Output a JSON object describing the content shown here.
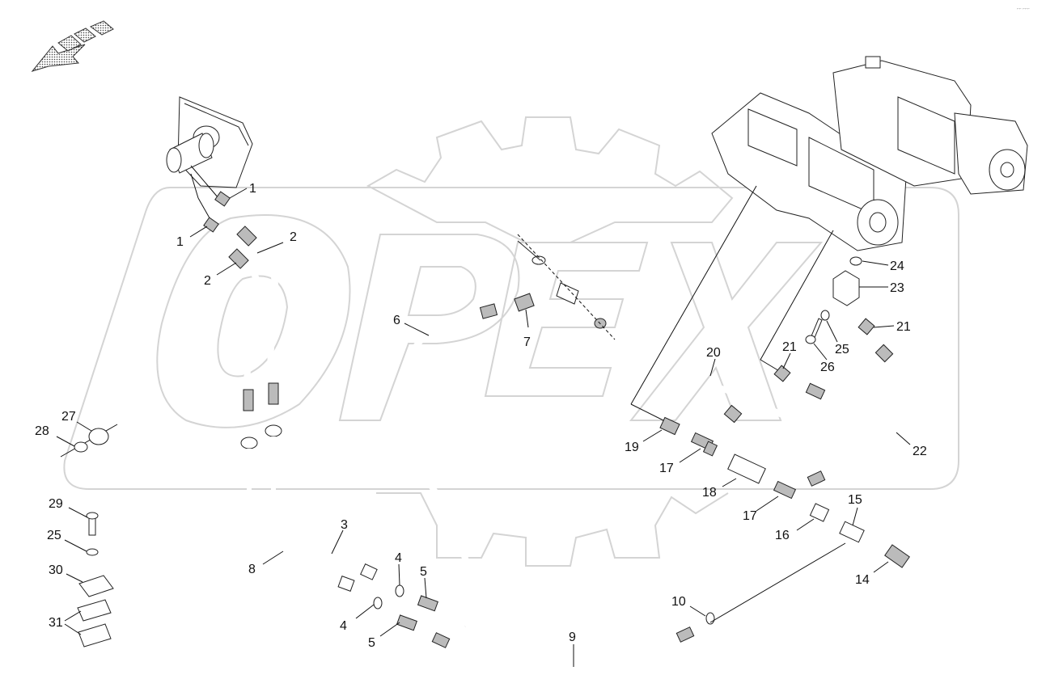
{
  "watermark": {
    "brand": "OPEX"
  },
  "corner_mark": "⌐⌐ ⌐⌐⌐",
  "callouts": [
    {
      "id": "c1a",
      "text": "1"
    },
    {
      "id": "c1b",
      "text": "1"
    },
    {
      "id": "c2a",
      "text": "2"
    },
    {
      "id": "c2b",
      "text": "2"
    },
    {
      "id": "c3",
      "text": "3"
    },
    {
      "id": "c4a",
      "text": "4"
    },
    {
      "id": "c4b",
      "text": "4"
    },
    {
      "id": "c5a",
      "text": "5"
    },
    {
      "id": "c5b",
      "text": "5"
    },
    {
      "id": "c6",
      "text": "6"
    },
    {
      "id": "c7",
      "text": "7"
    },
    {
      "id": "c8",
      "text": "8"
    },
    {
      "id": "c9",
      "text": "9"
    },
    {
      "id": "c10",
      "text": "10"
    },
    {
      "id": "c14",
      "text": "14"
    },
    {
      "id": "c15",
      "text": "15"
    },
    {
      "id": "c16",
      "text": "16"
    },
    {
      "id": "c17a",
      "text": "17"
    },
    {
      "id": "c17b",
      "text": "17"
    },
    {
      "id": "c18",
      "text": "18"
    },
    {
      "id": "c19",
      "text": "19"
    },
    {
      "id": "c20",
      "text": "20"
    },
    {
      "id": "c21a",
      "text": "21"
    },
    {
      "id": "c21b",
      "text": "21"
    },
    {
      "id": "c22",
      "text": "22"
    },
    {
      "id": "c23",
      "text": "23"
    },
    {
      "id": "c24",
      "text": "24"
    },
    {
      "id": "c25a",
      "text": "25"
    },
    {
      "id": "c25b",
      "text": "25"
    },
    {
      "id": "c26",
      "text": "26"
    },
    {
      "id": "c27",
      "text": "27"
    },
    {
      "id": "c28",
      "text": "28"
    },
    {
      "id": "c29",
      "text": "29"
    },
    {
      "id": "c30",
      "text": "30"
    },
    {
      "id": "c31",
      "text": "31"
    }
  ]
}
